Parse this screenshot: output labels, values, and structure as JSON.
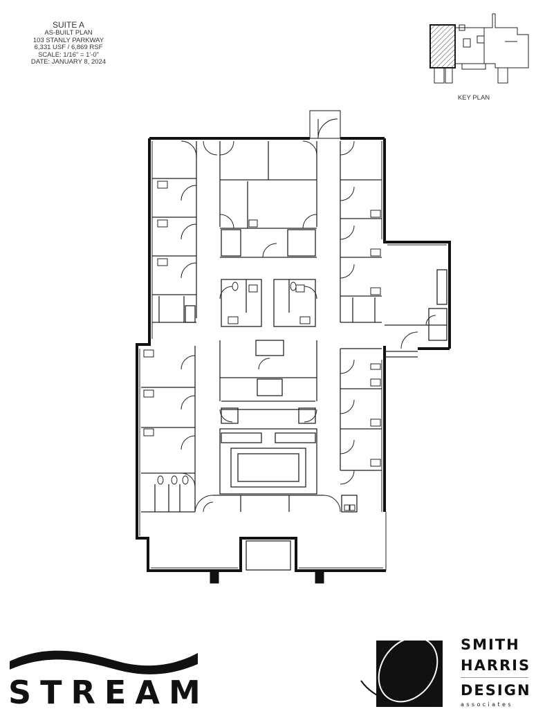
{
  "title_block": {
    "suite": "SUITE A",
    "plan_type": "AS-BUILT PLAN",
    "address": "103 STANLY PARKWAY",
    "area": "6,331 USF / 6,869 RSF",
    "scale": "SCALE: 1/16\" = 1'-0\"",
    "date": "DATE: JANUARY 8, 2024"
  },
  "key_plan": {
    "label": "KEY PLAN"
  },
  "logos": {
    "stream": "STREAM",
    "shd_line1": "SMITH",
    "shd_line2": "HARRIS",
    "shd_line3": "DESIGN",
    "shd_line4": "associates"
  },
  "icons": {
    "stream_logo": "wave-wordmark",
    "shd_logo": "square-emblem-with-ellipse"
  },
  "colors": {
    "wall": "#111111",
    "line": "#222222",
    "hatch": "#555555"
  }
}
